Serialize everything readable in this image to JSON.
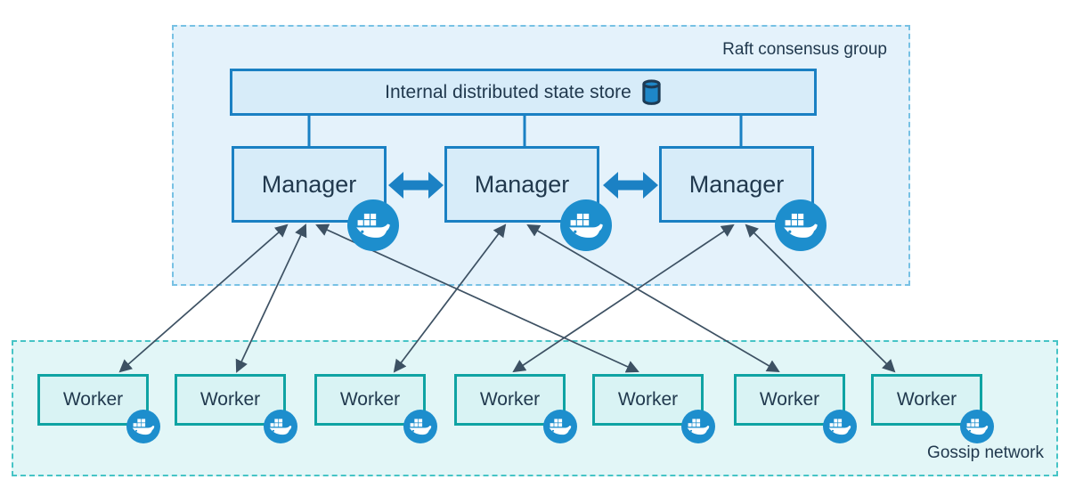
{
  "diagram": {
    "title_hint": "Docker swarm mode architecture",
    "raft_group": {
      "label": "Raft consensus group",
      "state_store": {
        "label": "Internal distributed state store",
        "icon": "database-icon"
      },
      "managers": [
        {
          "label": "Manager",
          "icon": "docker-whale-icon"
        },
        {
          "label": "Manager",
          "icon": "docker-whale-icon"
        },
        {
          "label": "Manager",
          "icon": "docker-whale-icon"
        }
      ]
    },
    "gossip_network": {
      "label": "Gossip network",
      "workers": [
        {
          "label": "Worker",
          "icon": "docker-whale-icon"
        },
        {
          "label": "Worker",
          "icon": "docker-whale-icon"
        },
        {
          "label": "Worker",
          "icon": "docker-whale-icon"
        },
        {
          "label": "Worker",
          "icon": "docker-whale-icon"
        },
        {
          "label": "Worker",
          "icon": "docker-whale-icon"
        },
        {
          "label": "Worker",
          "icon": "docker-whale-icon"
        },
        {
          "label": "Worker",
          "icon": "docker-whale-icon"
        }
      ]
    },
    "edges": {
      "store_to_managers": [
        "state-store - manager-1",
        "state-store - manager-2",
        "state-store - manager-3"
      ],
      "manager_to_manager": [
        "manager-1 <-> manager-2",
        "manager-2 <-> manager-3"
      ],
      "manager_to_worker": [
        "manager-1 <-> worker-1",
        "manager-1 <-> worker-2",
        "manager-1 <-> worker-5",
        "manager-2 <-> worker-3",
        "manager-2 <-> worker-6",
        "manager-3 <-> worker-4",
        "manager-3 <-> worker-7"
      ]
    },
    "colors": {
      "raft_fill": "#e4f2fb",
      "raft_border": "#77c1e4",
      "gossip_fill": "#e2f6f7",
      "gossip_border": "#46c4c6",
      "blue_box_fill": "#d7ecf9",
      "blue_box_border": "#1a80c3",
      "worker_fill": "#d9f3f4",
      "worker_border": "#0fa3a3",
      "docker_blue": "#1d8ecd",
      "edge_gray": "#3d5163",
      "text": "#21394e"
    }
  }
}
